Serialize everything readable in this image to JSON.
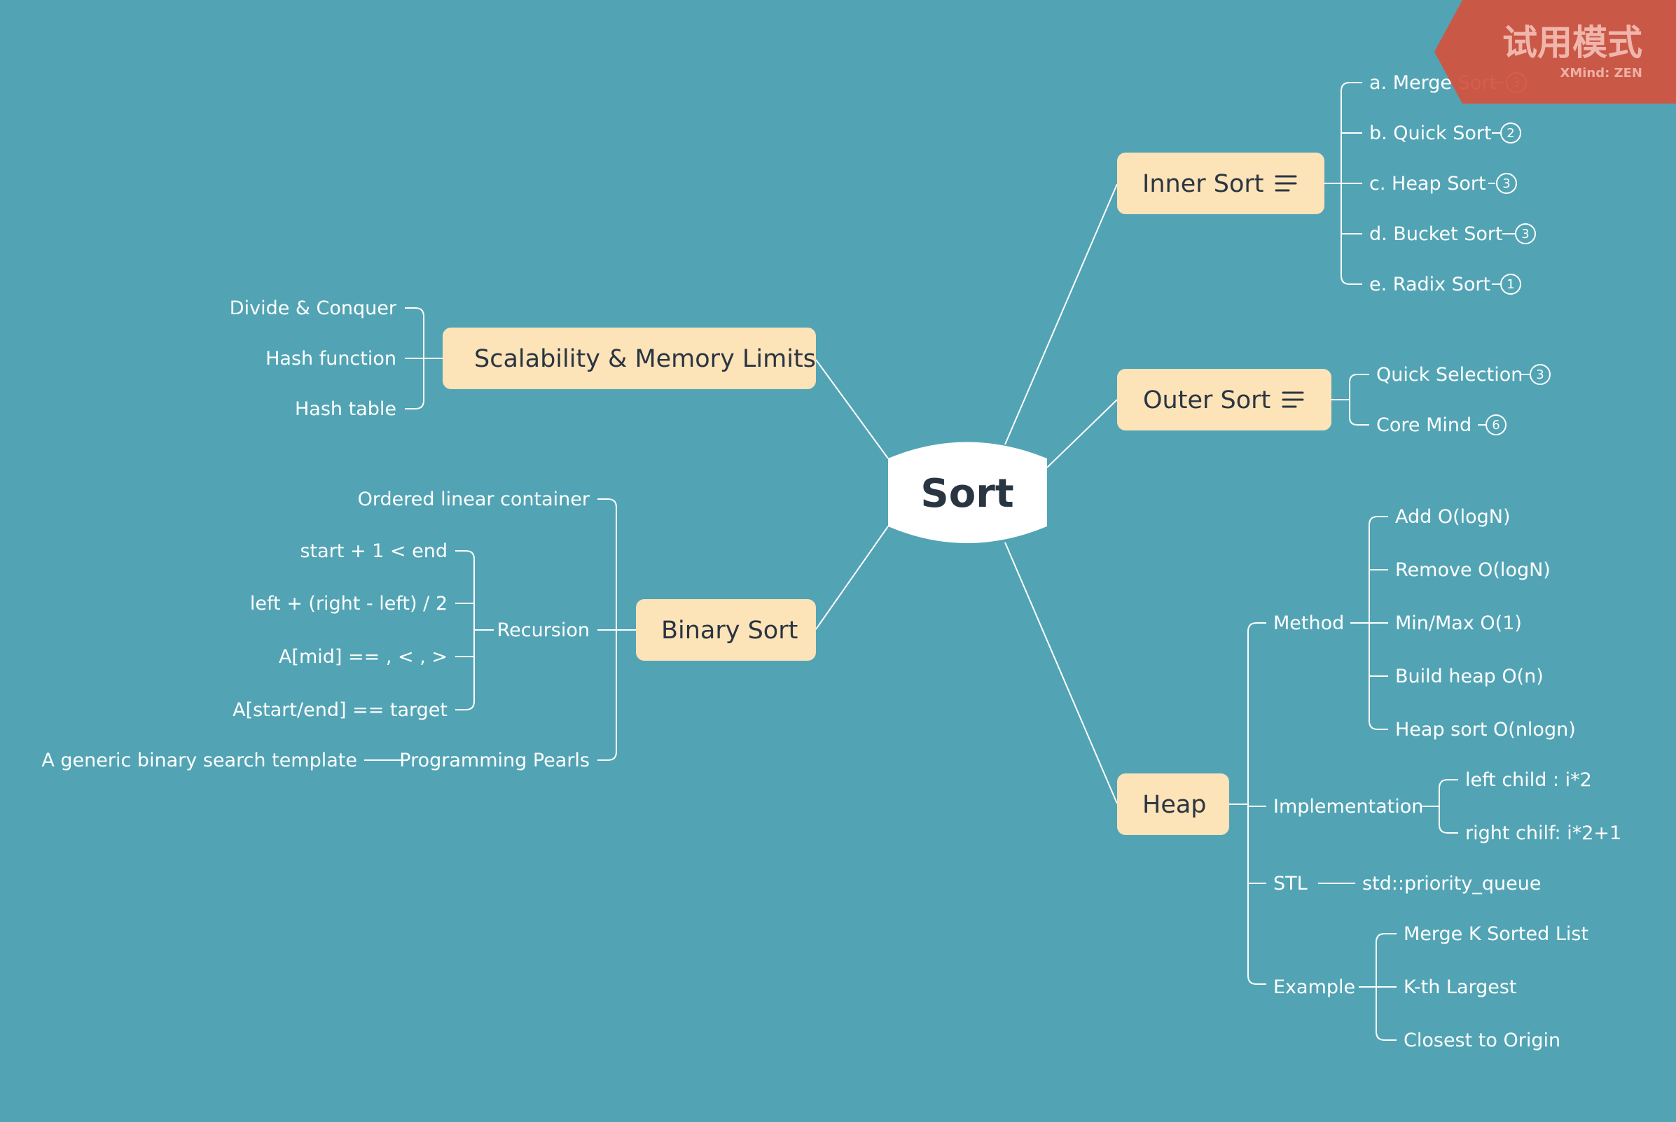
{
  "colors": {
    "background": "#52A4B4",
    "topic_fill": "#FDE3B8",
    "topic_text": "#2A3542",
    "root_fill": "#FFFFFF",
    "line": "#FFFFFF",
    "watermark": "#D2523E"
  },
  "root": {
    "label": "Sort"
  },
  "topics": {
    "inner_sort": {
      "label": "Inner Sort",
      "icon": "notes-icon",
      "children": [
        {
          "label": "a. Merge Sort",
          "marker": "3"
        },
        {
          "label": "b. Quick Sort",
          "marker": "2"
        },
        {
          "label": "c. Heap Sort",
          "marker": "3"
        },
        {
          "label": "d. Bucket Sort",
          "marker": "3"
        },
        {
          "label": "e. Radix Sort",
          "marker": "1"
        }
      ]
    },
    "outer_sort": {
      "label": "Outer Sort",
      "icon": "notes-icon",
      "children": [
        {
          "label": "Quick Selection",
          "marker": "3"
        },
        {
          "label": "Core Mind",
          "marker": "6"
        }
      ]
    },
    "heap": {
      "label": "Heap",
      "method": {
        "label": "Method",
        "children": [
          "Add O(logN)",
          "Remove O(logN)",
          "Min/Max O(1)",
          "Build heap O(n)",
          "Heap sort O(nlogn)"
        ]
      },
      "implementation": {
        "label": "Implementation",
        "children": [
          "left child : i*2",
          "right chilf: i*2+1"
        ]
      },
      "stl": {
        "label": "STL",
        "child": "std::priority_queue"
      },
      "example": {
        "label": "Example",
        "children": [
          "Merge K Sorted List",
          "K-th Largest",
          "Closest to Origin"
        ]
      }
    },
    "scalability": {
      "label": "Scalability & Memory Limits",
      "children": [
        "Divide & Conquer",
        "Hash function",
        "Hash table"
      ]
    },
    "binary_sort": {
      "label": "Binary Sort",
      "ordered": "Ordered linear container",
      "recursion": {
        "label": "Recursion",
        "children": [
          "start + 1 < end",
          "left + (right - left) / 2",
          "A[mid] == , < , >",
          "A[start/end] == target"
        ]
      },
      "pearls": {
        "label": "Programming Pearls",
        "child": "A generic binary search template"
      }
    }
  },
  "watermark": {
    "title": "试用模式",
    "brand": "XMind: ZEN"
  }
}
